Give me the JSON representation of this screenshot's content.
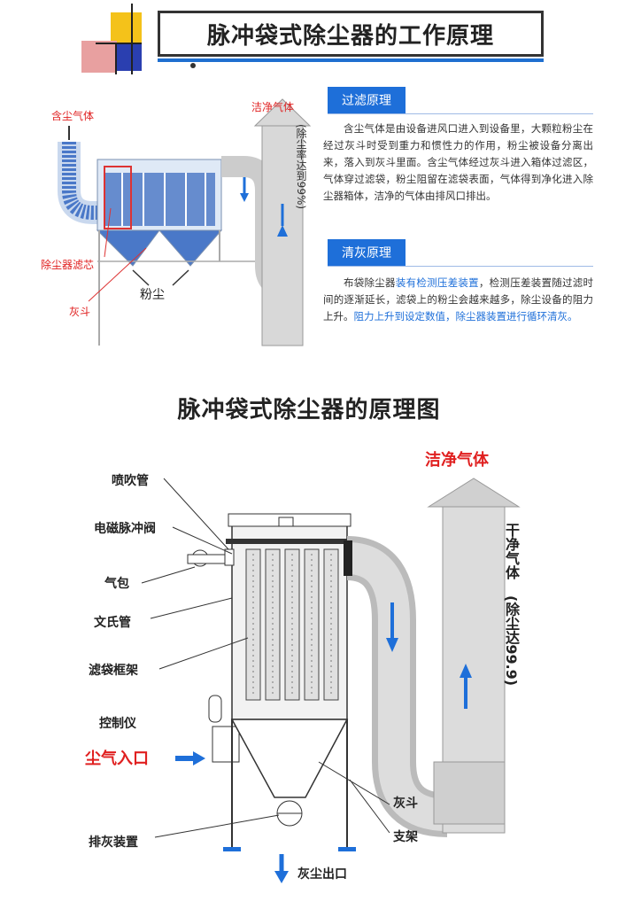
{
  "top": {
    "title": "脉冲袋式除尘器的工作原理",
    "labels": {
      "dusty_gas": "含尘气体",
      "clean_gas": "洁净气体",
      "removal_rate": "(除尘率达到99%)",
      "filter_element": "除尘器滤芯",
      "ash_hopper": "灰斗",
      "dust": "粉尘"
    },
    "filter_section": {
      "heading": "过滤原理",
      "text": "含尘气体是由设备进风口进入到设备里，大颗粒粉尘在经过灰斗时受到重力和惯性力的作用，粉尘被设备分离出来，落入到灰斗里面。含尘气体经过灰斗进入箱体过滤区，气体穿过滤袋，粉尘阻留在滤袋表面，气体得到净化进入除尘器箱体，洁净的气体由排风口排出。"
    },
    "clean_section": {
      "heading": "清灰原理",
      "text_1": "布袋除尘器",
      "text_2": "装有检测压差装置",
      "text_3": "，检测压差装置随过滤时间的逐渐延长，滤袋上的粉尘会越来越多，除尘设备的阻力上升。",
      "text_4": "阻力上升到设定数值，除尘器装置进行循环清灰。"
    }
  },
  "bottom": {
    "title": "脉冲袋式除尘器的原理图",
    "labels": {
      "blow_pipe": "喷吹管",
      "solenoid_valve": "电磁脉冲阀",
      "air_bag": "气包",
      "venturi": "文氏管",
      "bag_frame": "滤袋框架",
      "controller": "控制仪",
      "dust_inlet": "尘气入口",
      "discharge": "排灰装置",
      "hopper": "灰斗",
      "support": "支架",
      "dust_outlet": "灰尘出口",
      "clean_gas": "洁净气体",
      "clean_gas_vertical": "干净气体",
      "removal_rate": "(除尘达99.9)"
    }
  },
  "colors": {
    "accent_blue": "#1e6fd9",
    "red": "#e02020"
  }
}
